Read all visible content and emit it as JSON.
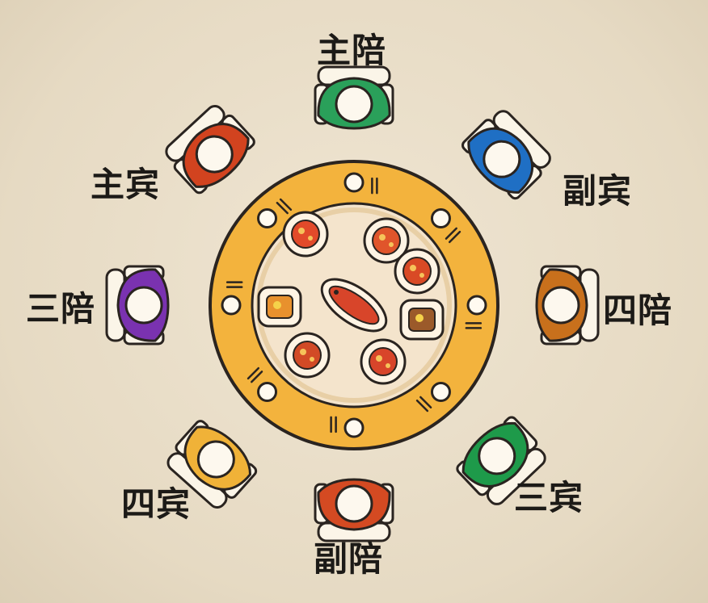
{
  "seats": [
    {
      "id": "zhu-pei",
      "label": "主陪",
      "color": "#2aa05a",
      "name": "seat-zhu-pei"
    },
    {
      "id": "fu-bin",
      "label": "副宾",
      "color": "#1f6fc4",
      "name": "seat-fu-bin"
    },
    {
      "id": "si-pei",
      "label": "四陪",
      "color": "#c8701c",
      "name": "seat-si-pei"
    },
    {
      "id": "san-bin",
      "label": "三宾",
      "color": "#1e9a4a",
      "name": "seat-san-bin"
    },
    {
      "id": "fu-pei",
      "label": "副陪",
      "color": "#d44a22",
      "name": "seat-fu-pei"
    },
    {
      "id": "si-bin",
      "label": "四宾",
      "color": "#f0b238",
      "name": "seat-si-bin"
    },
    {
      "id": "san-pei",
      "label": "三陪",
      "color": "#7a32b0",
      "name": "seat-san-pei"
    },
    {
      "id": "zhu-bin",
      "label": "主宾",
      "color": "#d2431f",
      "name": "seat-zhu-bin"
    }
  ],
  "table": {
    "rim_color": "#f3b33d",
    "inner_color": "#f4e4cc",
    "outline": "#2a2420"
  },
  "dishes": [
    {
      "name": "crab-dish"
    },
    {
      "name": "tomato-dish"
    },
    {
      "name": "shrimp-dish"
    },
    {
      "name": "fish-dish"
    },
    {
      "name": "cake-dish"
    },
    {
      "name": "shrimp-dish-2"
    },
    {
      "name": "rib-dish"
    },
    {
      "name": "tofu-dish"
    }
  ]
}
